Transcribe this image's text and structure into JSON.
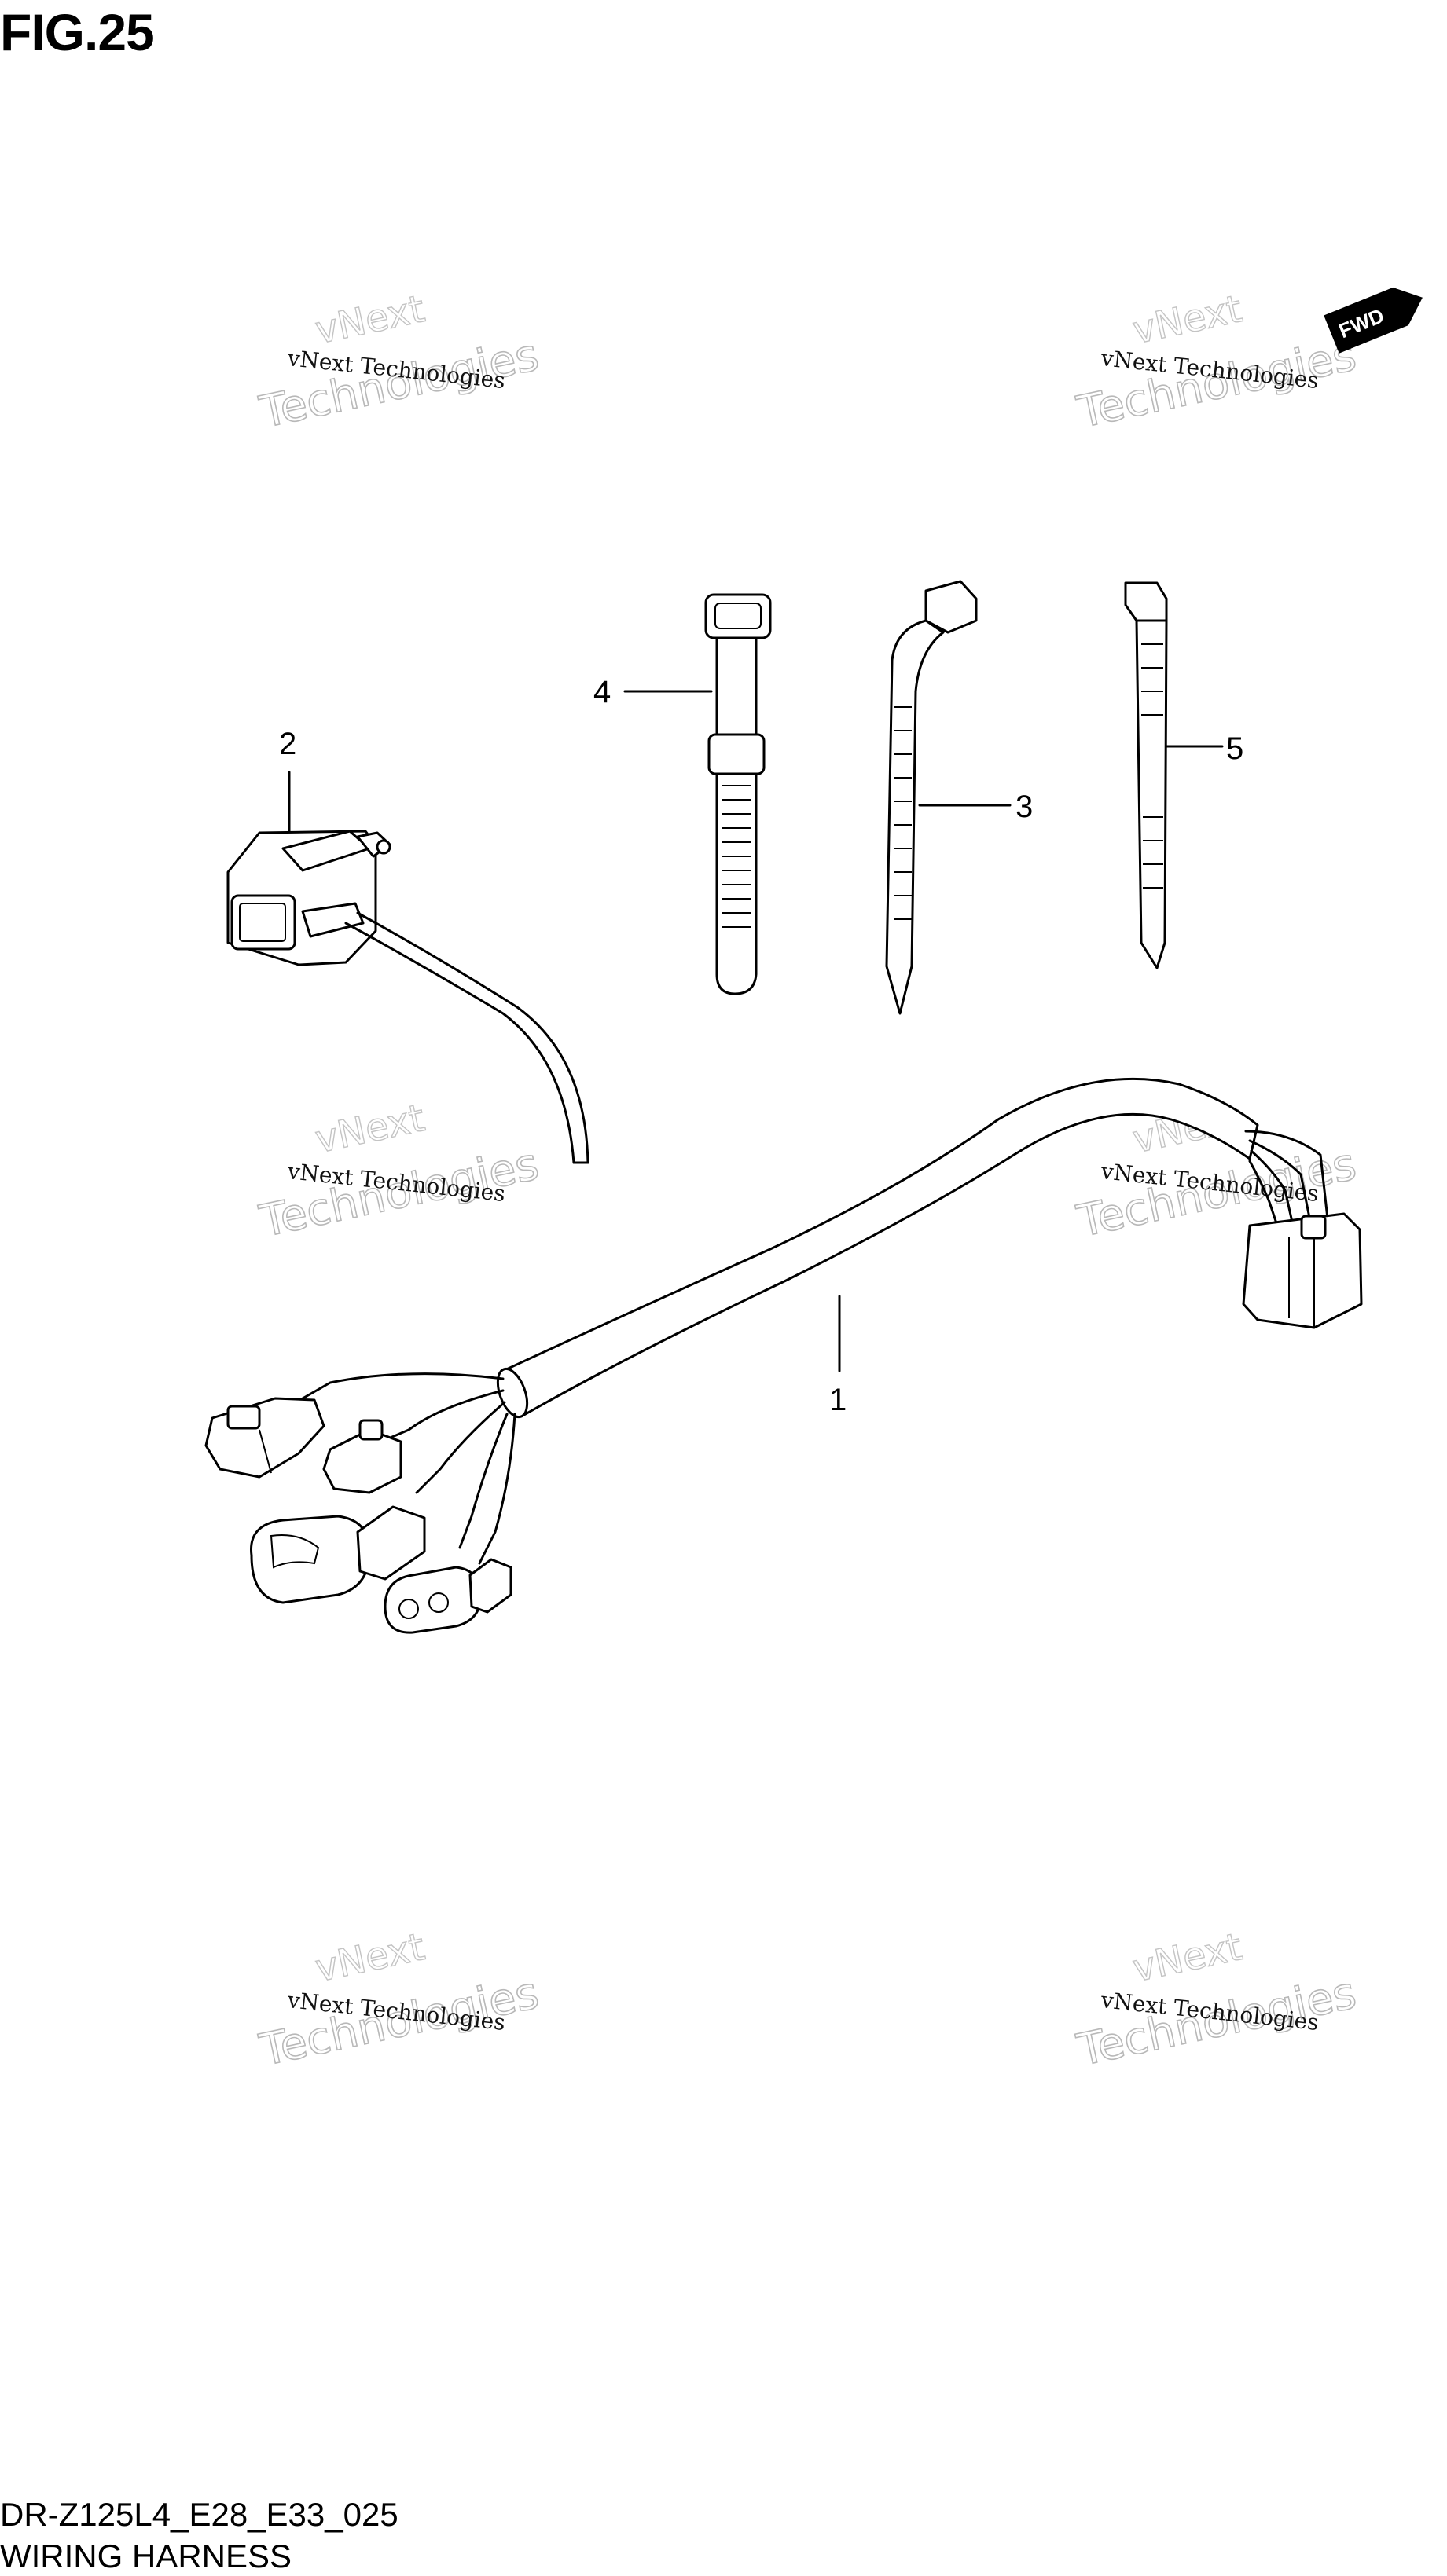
{
  "figure": {
    "title": "FIG.25"
  },
  "fwd_badge": {
    "label": "FWD"
  },
  "parts": [
    {
      "number": "1",
      "name": "wiring-harness"
    },
    {
      "number": "2",
      "name": "connector-with-lead"
    },
    {
      "number": "3",
      "name": "clamp-tie"
    },
    {
      "number": "4",
      "name": "band-clamp"
    },
    {
      "number": "5",
      "name": "cable-tie"
    }
  ],
  "watermark": {
    "line1": "vNext Technologies",
    "line2": "Technologies",
    "line3": "vNext"
  },
  "footer": {
    "model_code": "DR-Z125L4_E28_E33_025",
    "section_name": "WIRING HARNESS"
  }
}
